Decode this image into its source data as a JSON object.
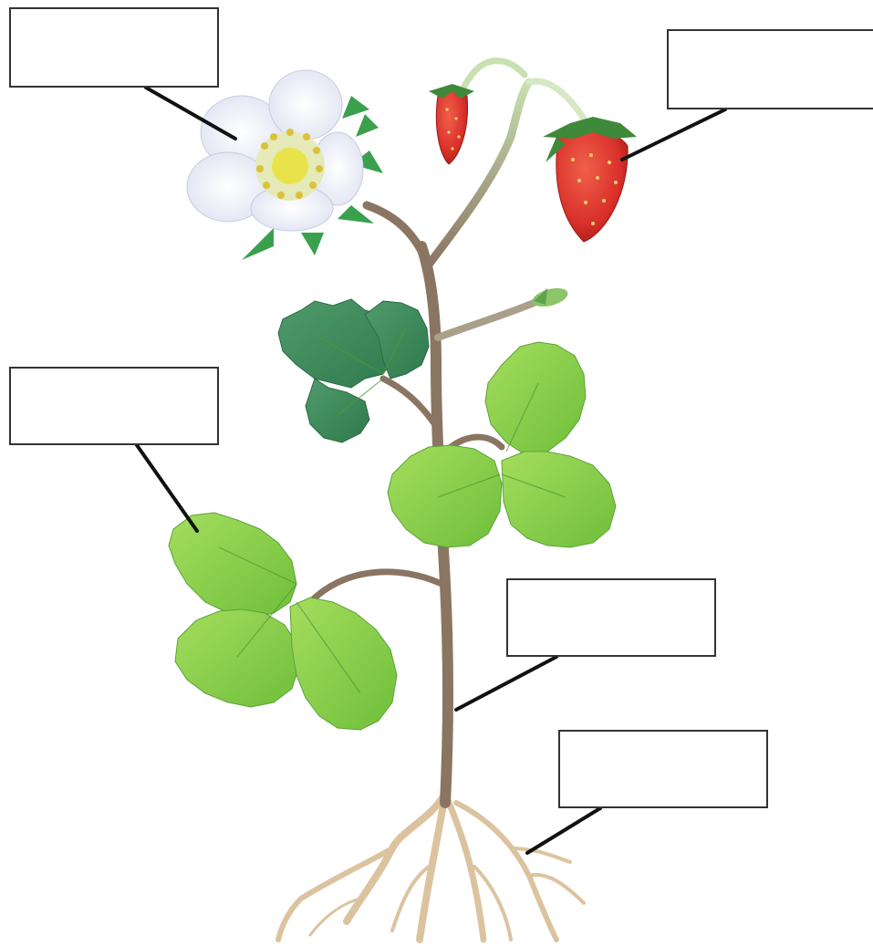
{
  "colors": {
    "stem": "#8a7562",
    "root": "#dcc3a0",
    "leaf_light": "#8fd04a",
    "leaf_dark": "#3e8a5c",
    "berry": "#d9302a",
    "petal": "#f4f5fb",
    "flower_center": "#e8e34a",
    "leader_line": "#111111",
    "label_border": "#333333"
  },
  "labels": [
    {
      "id": "flower",
      "text": ""
    },
    {
      "id": "fruit",
      "text": ""
    },
    {
      "id": "leaf",
      "text": ""
    },
    {
      "id": "stem",
      "text": ""
    },
    {
      "id": "root",
      "text": ""
    }
  ]
}
